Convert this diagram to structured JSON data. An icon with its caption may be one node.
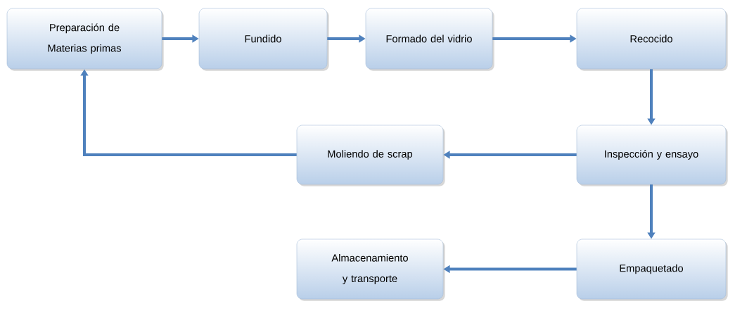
{
  "diagram": {
    "nodes": [
      {
        "text": [
          "Preparación de Materias primas"
        ]
      },
      {
        "text": [
          "Fundido"
        ]
      },
      {
        "text": [
          "Formado del vidrio"
        ]
      },
      {
        "text": [
          "Recocido"
        ]
      },
      {
        "text": [
          "Inspección y ensayo"
        ]
      },
      {
        "text": [
          "Moliendo de scrap"
        ]
      },
      {
        "text": [
          "Empaquetado"
        ]
      },
      {
        "text": [
          "Almacenamiento y transporte"
        ]
      }
    ],
    "edges": [
      {
        "from": 0,
        "to": 1,
        "arrow": "to"
      },
      {
        "from": 1,
        "to": 2,
        "arrow": "to"
      },
      {
        "from": 2,
        "to": 3,
        "arrow": "to"
      },
      {
        "from": 3,
        "to": 4,
        "arrow": "to"
      },
      {
        "from": 4,
        "to": 5,
        "arrow": "to"
      },
      {
        "from": 5,
        "to": 0,
        "arrow": "to"
      },
      {
        "from": 4,
        "to": 6,
        "arrow": "to"
      },
      {
        "from": 6,
        "to": 7,
        "arrow": "to"
      }
    ]
  }
}
